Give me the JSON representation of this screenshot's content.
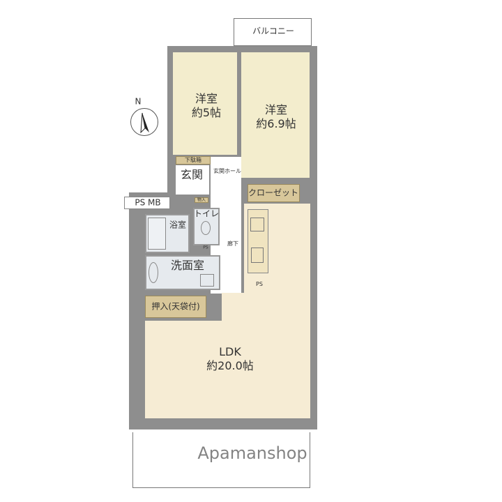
{
  "north_label": "N",
  "rooms": {
    "balcony_top": "バルコニー",
    "western1_name": "洋室",
    "western1_size": "約5帖",
    "western2_name": "洋室",
    "western2_size": "約6.9帖",
    "shoe_box": "下駄箱",
    "entrance": "玄関",
    "entrance_hall": "玄関ホール",
    "storage": "物入",
    "ps_mb": "PS MB",
    "toilet": "トイレ",
    "bath": "浴室",
    "ps_small": "PS",
    "corridor": "廊下",
    "washroom": "洗面室",
    "closet": "クローゼット",
    "ps_kitchen": "PS",
    "oshiire": "押入(天袋付)",
    "ldk_name": "LDK",
    "ldk_size": "約20.0帖"
  },
  "watermark": "Apamanshop",
  "colors": {
    "wall": "#8e8e8e",
    "room": "#f3edcd",
    "ldk": "#f6ecd4",
    "storage": "#d8c79a"
  }
}
